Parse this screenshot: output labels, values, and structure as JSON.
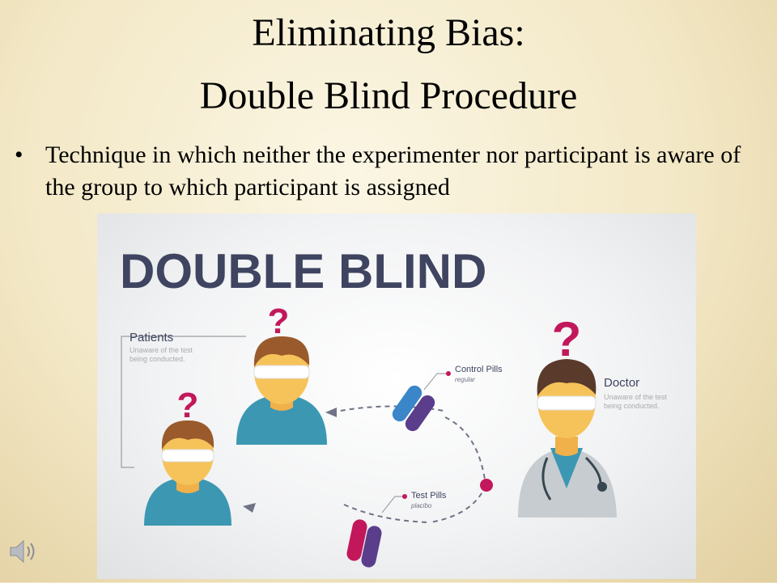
{
  "slide": {
    "title_line1": "Eliminating Bias:",
    "title_line2": "Double Blind Procedure",
    "bullet": "Technique in which neither the experimenter nor participant is aware of the group to which participant is assigned"
  },
  "figure": {
    "heading": "DOUBLE BLIND",
    "patients_label": "Patients",
    "patients_note_line1": "Unaware of the test",
    "patients_note_line2": "being conducted.",
    "doctor_label": "Doctor",
    "doctor_note_line1": "Unaware of the test",
    "doctor_note_line2": "being conducted.",
    "control_label": "Control Pills",
    "control_sub": "regular",
    "test_label": "Test Pills",
    "test_sub": "placibo",
    "question_mark": "?"
  },
  "colors": {
    "heading": "#3f4460",
    "accent": "#c2185b",
    "pill_blue": "#3a86c8",
    "pill_purple": "#5a3e8c",
    "skin": "#f6c35a",
    "hair": "#9a5a2c",
    "shirt": "#3c97b2",
    "coat": "#c7ccd0"
  },
  "icons": [
    "speaker-icon"
  ]
}
